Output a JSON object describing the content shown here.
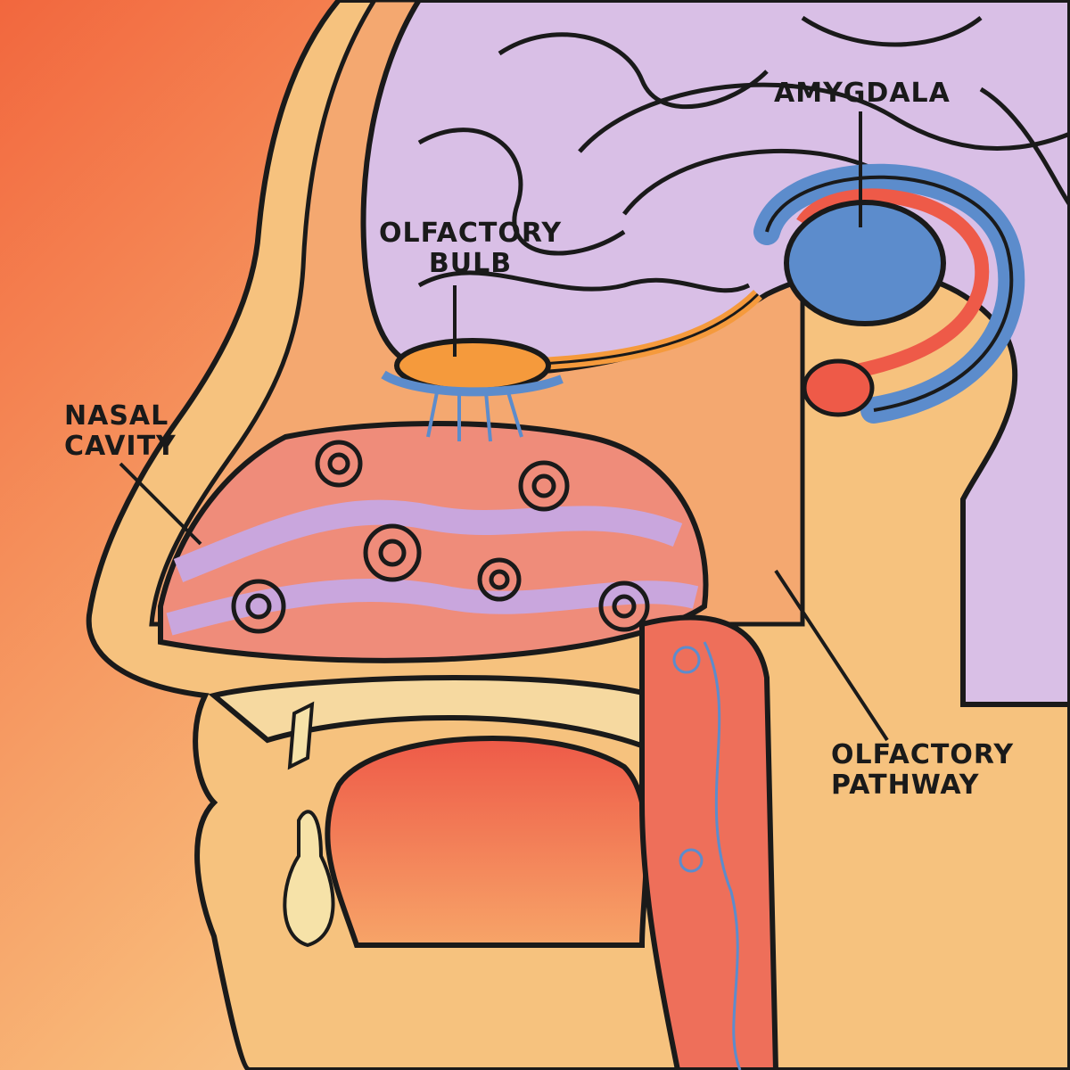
{
  "diagram": {
    "labels": {
      "amygdala": "AMYGDALA",
      "olfactory_bulb_line1": "OLFACTORY",
      "olfactory_bulb_line2": "BULB",
      "nasal_cavity_line1": "NASAL",
      "nasal_cavity_line2": "CAVITY",
      "olfactory_pathway_line1": "OLFACTORY",
      "olfactory_pathway_line2": "PATHWAY"
    },
    "colors": {
      "background_left": "#f2673e",
      "background_right": "#fbe6b4",
      "brain": "#d9bfe6",
      "amygdala": "#5c8ccc",
      "olfactory_bulb": "#f59a3c",
      "tissue_red": "#ee5a48",
      "skin": "#f6c27e",
      "outline": "#1a1a1a"
    }
  }
}
